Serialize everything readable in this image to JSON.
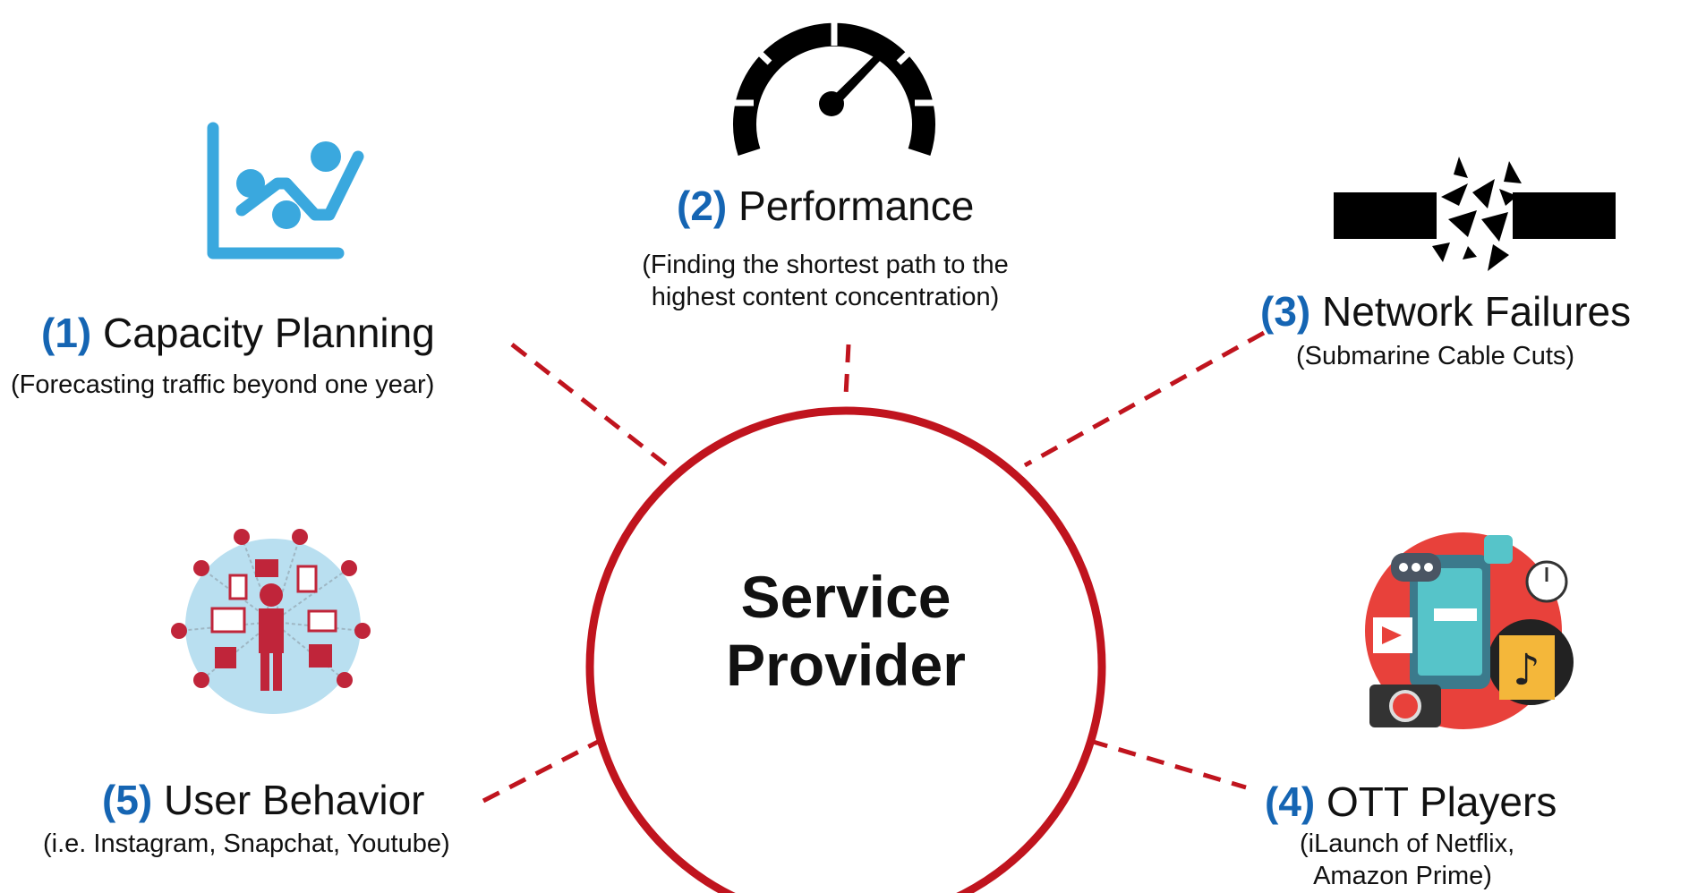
{
  "center": {
    "line1": "Service",
    "line2": "Provider"
  },
  "items": [
    {
      "number": "(1)",
      "title": "Capacity Planning",
      "subtitle": "(Forecasting traffic beyond one year)",
      "icon": "line-chart-icon"
    },
    {
      "number": "(2)",
      "title": "Performance",
      "subtitle_line1": "(Finding the shortest path to the",
      "subtitle_line2": "highest content concentration)",
      "icon": "speedometer-icon"
    },
    {
      "number": "(3)",
      "title": "Network Failures",
      "subtitle": "(Submarine Cable Cuts)",
      "icon": "broken-cable-icon"
    },
    {
      "number": "(4)",
      "title": "OTT Players",
      "subtitle_line1": "(iLaunch of Netflix,",
      "subtitle_line2": "Amazon Prime)",
      "icon": "media-apps-icon"
    },
    {
      "number": "(5)",
      "title": "User Behavior",
      "subtitle": "(i.e. Instagram, Snapchat, Youtube)",
      "icon": "social-network-user-icon"
    }
  ],
  "colors": {
    "accent_red": "#c0141e",
    "number_blue": "#1565b3",
    "chart_blue": "#3aa8de"
  }
}
